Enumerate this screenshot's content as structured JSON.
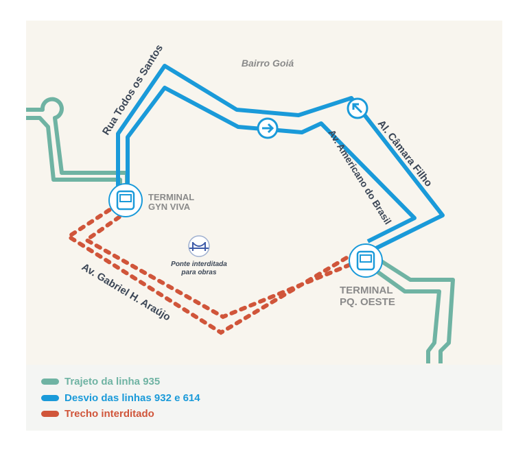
{
  "map": {
    "area_label": "Bairro Goiá",
    "streets": [
      "Rua Todos os Santos",
      "Al. Câmara Filho",
      "Av. Americano do Brasil",
      "Av. Gabriel H. Araújo"
    ],
    "terminals": [
      {
        "line1": "TERMINAL",
        "line2": "GYN VIVA"
      },
      {
        "line1": "TERMINAL",
        "line2": "PQ. OESTE"
      }
    ],
    "bridge_note": {
      "line1": "Ponte interditada",
      "line2": "para obras"
    }
  },
  "legend": [
    {
      "label": "Trajeto da linha 935",
      "color": "#6fb3a3"
    },
    {
      "label": "Desvio das linhas 932 e 614",
      "color": "#1a9ad9"
    },
    {
      "label": "Trecho interditado",
      "color": "#d0553a"
    }
  ]
}
